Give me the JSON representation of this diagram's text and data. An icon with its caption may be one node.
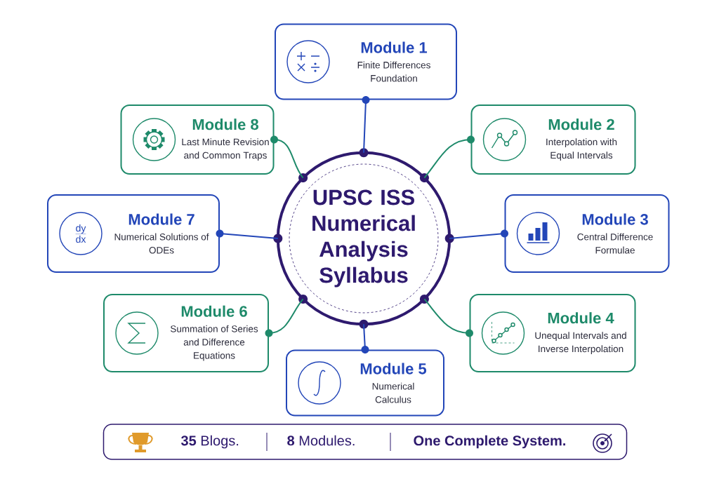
{
  "diagram": {
    "nodes": [
      {
        "text": [
          "UPSC ISS Numerical Analysis Syllabus"
        ]
      },
      {
        "text": [
          "Module 1",
          "Finite Differences Foundation"
        ]
      },
      {
        "text": [
          "Module 2",
          "Interpolation with Equal Intervals"
        ]
      },
      {
        "text": [
          "Module 3",
          "Central Difference Formulae"
        ]
      },
      {
        "text": [
          "Module 4",
          "Unequal Intervals and Inverse Interpolation"
        ]
      },
      {
        "text": [
          "Module 5",
          "Numerical Calculus"
        ]
      },
      {
        "text": [
          "Module 6",
          "Summation of Series and Difference Equations"
        ]
      },
      {
        "text": [
          "Module 7",
          "Numerical Solutions of ODEs"
        ]
      },
      {
        "text": [
          "Module 8",
          "Last Minute Revision and Common Traps"
        ]
      },
      {
        "text": [
          "**35** Blogs.",
          "**8** Modules.",
          "One Complete System."
        ]
      }
    ],
    "edges": [
      {
        "from": 0,
        "to": 1,
        "arrow": "none",
        "color": "#2346b8"
      },
      {
        "from": 0,
        "to": 2,
        "arrow": "none",
        "color": "#1e8a6a"
      },
      {
        "from": 0,
        "to": 3,
        "arrow": "none",
        "color": "#2346b8"
      },
      {
        "from": 0,
        "to": 4,
        "arrow": "none",
        "color": "#1e8a6a"
      },
      {
        "from": 0,
        "to": 5,
        "arrow": "none",
        "color": "#2346b8"
      },
      {
        "from": 0,
        "to": 6,
        "arrow": "none",
        "color": "#1e8a6a"
      },
      {
        "from": 0,
        "to": 7,
        "arrow": "none",
        "color": "#2346b8"
      },
      {
        "from": 0,
        "to": 8,
        "arrow": "none",
        "color": "#1e8a6a"
      }
    ],
    "labels": [
      "\\frac{\\mathrm{dy}}{\\mathrm{dx}}"
    ]
  }
}
